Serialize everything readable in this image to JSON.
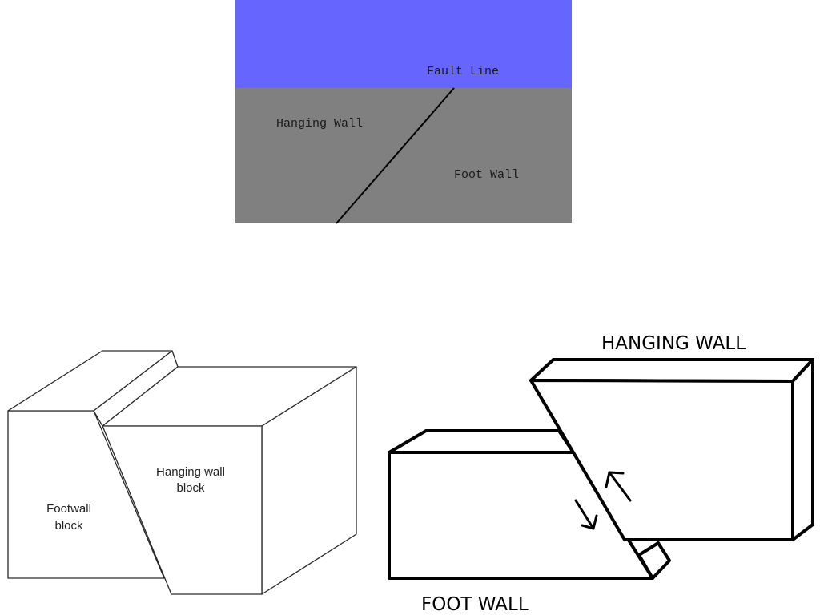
{
  "diagram_top": {
    "labels": {
      "fault_line": "Fault Line",
      "hanging_wall": "Hanging Wall",
      "foot_wall": "Foot Wall"
    },
    "colors": {
      "sky": "#6666ff",
      "ground": "#808080",
      "fault_line": "#000000"
    }
  },
  "diagram_left": {
    "labels": {
      "footwall_line1": "Footwall",
      "footwall_line2": "block",
      "hanging_line1": "Hanging wall",
      "hanging_line2": "block"
    }
  },
  "diagram_right": {
    "labels": {
      "hanging_wall": "HANGING WALL",
      "foot_wall": "FOOT WALL"
    },
    "arrows": [
      "arrow-up-icon",
      "arrow-down-icon"
    ]
  }
}
